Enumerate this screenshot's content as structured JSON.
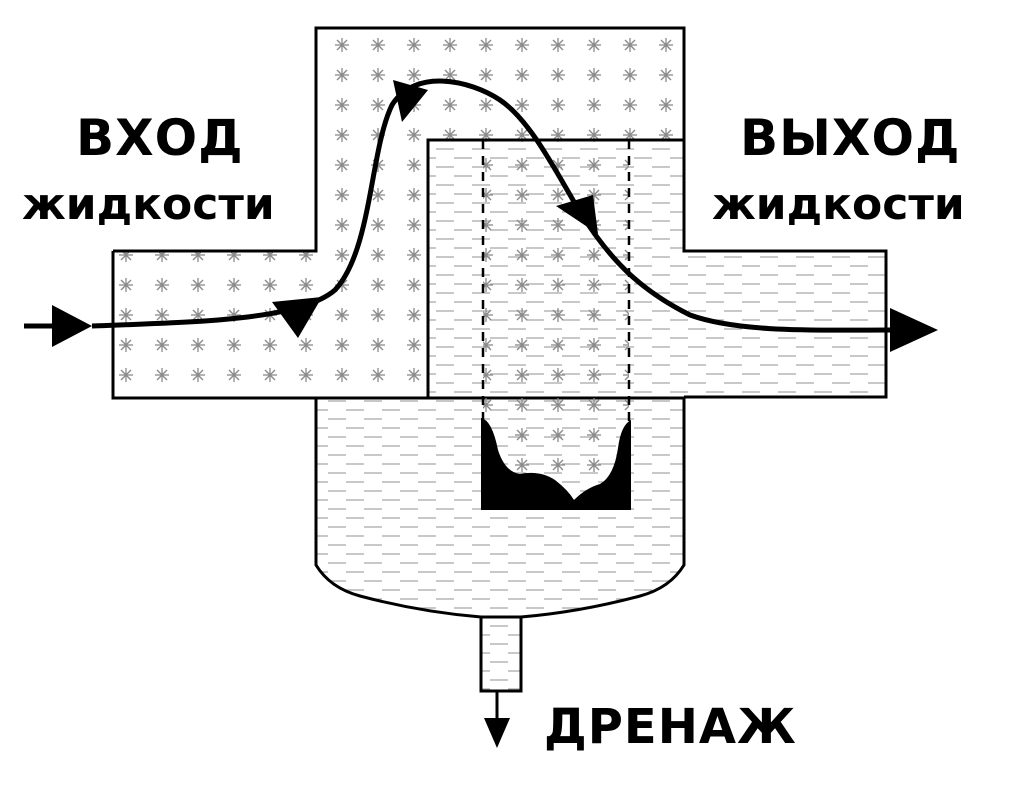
{
  "labels": {
    "inlet_line1": "ВХОД",
    "inlet_line2": "жидкости",
    "outlet_line1": "ВЫХОД",
    "outlet_line2": "жидкости",
    "drain": "ДРЕНАЖ"
  },
  "colors": {
    "stroke": "#000000",
    "asterisk": "#8a8a8a",
    "dash": "#a8a8a8",
    "background": "#ffffff"
  }
}
